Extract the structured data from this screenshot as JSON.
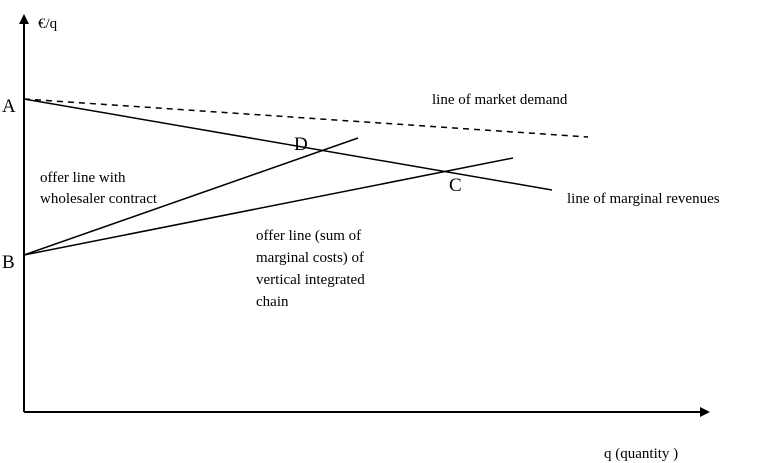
{
  "axes": {
    "y_label": "€/q",
    "x_label": "q (quantity )"
  },
  "points": {
    "A": "A",
    "B": "B",
    "C": "C",
    "D": "D"
  },
  "lines": {
    "market_demand": "line of market demand",
    "marginal_revenues": "line of marginal revenues",
    "wholesaler_offer": [
      "offer line with",
      "wholesaler contract"
    ],
    "integrated_offer": [
      "offer line (sum of",
      "marginal costs) of",
      "vertical integrated",
      "chain"
    ]
  }
}
